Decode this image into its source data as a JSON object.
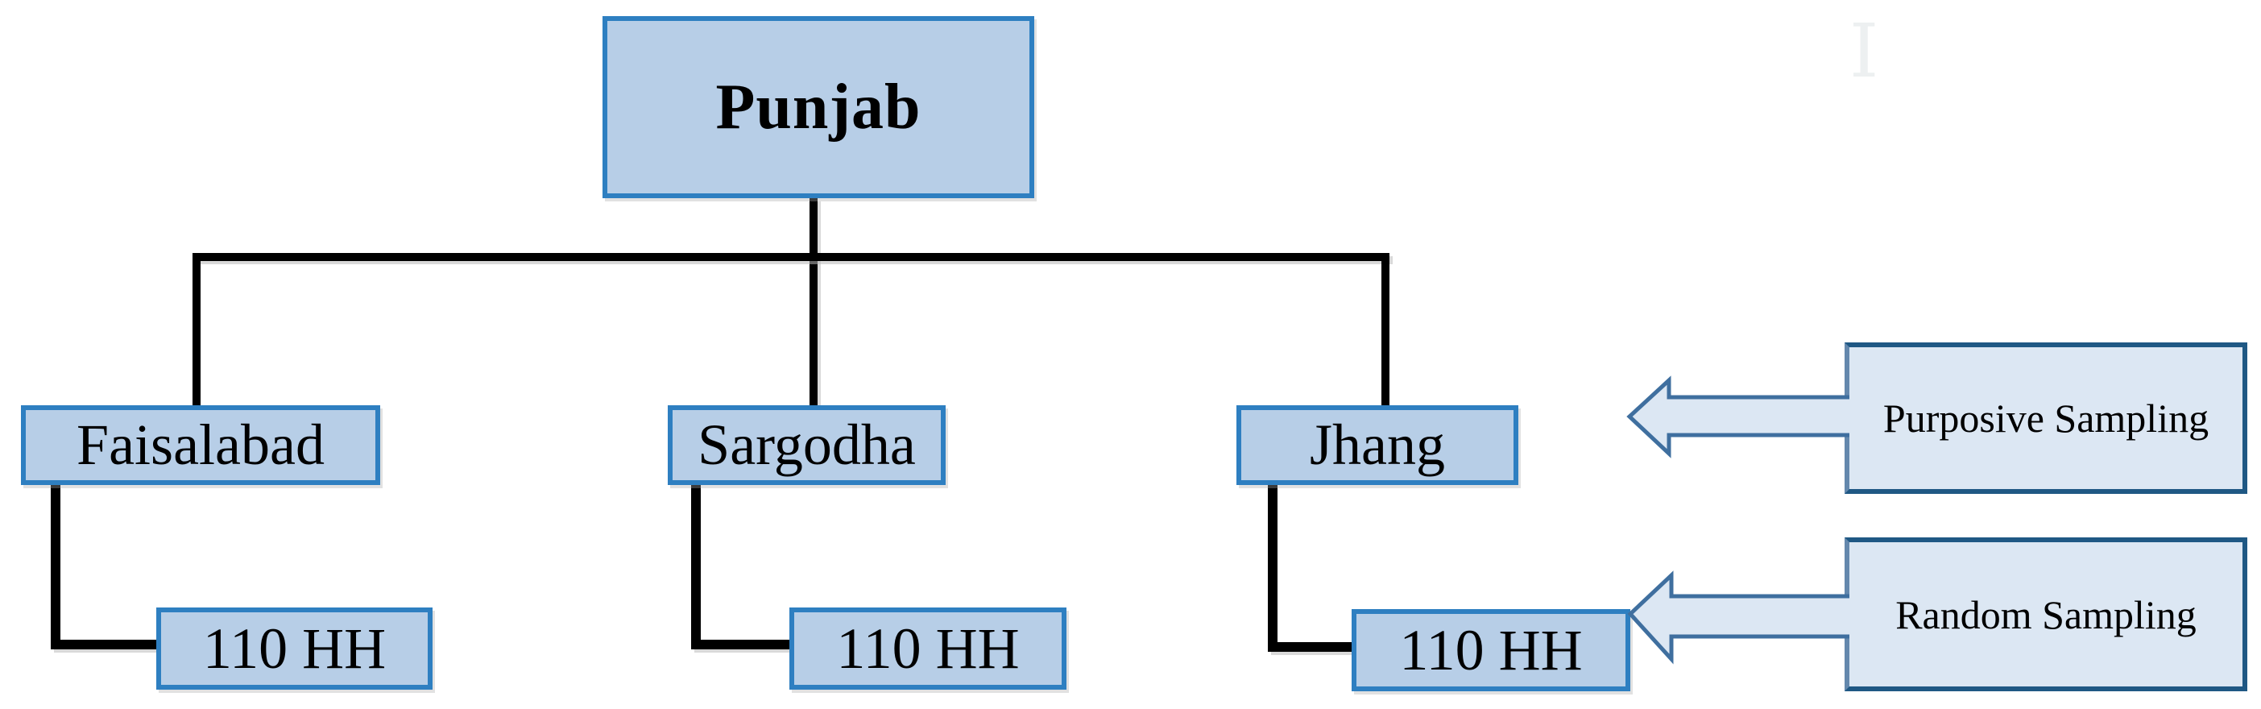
{
  "tree": {
    "root": {
      "label": "Punjab"
    },
    "districts": [
      {
        "label": "Faisalabad"
      },
      {
        "label": "Sargodha"
      },
      {
        "label": "Jhang"
      }
    ],
    "households": [
      {
        "label": "110 HH"
      },
      {
        "label": "110 HH"
      },
      {
        "label": "110 HH"
      }
    ]
  },
  "callouts": [
    {
      "label": "Purposive Sampling"
    },
    {
      "label": "Random Sampling"
    }
  ],
  "artifact": {
    "cursor_glyph": "I"
  },
  "colors": {
    "node_fill": "#b7cee7",
    "node_border": "#2e7fc1",
    "callout_fill": "#dce7f3",
    "callout_border": "#1f5884",
    "arrow_outline": "#3f6f9f",
    "connector": "#000000",
    "text": "#000000",
    "background": "#ffffff"
  }
}
